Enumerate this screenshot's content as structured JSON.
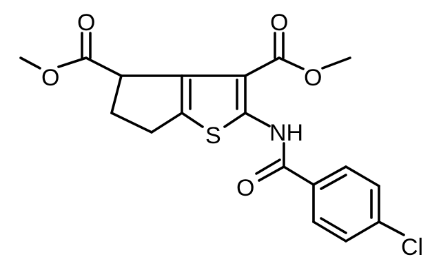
{
  "atom_labels": {
    "o1": "O",
    "o2": "O",
    "o3": "O",
    "o4": "O",
    "s": "S",
    "nh": "NH",
    "o5": "O",
    "cl": "Cl"
  },
  "colors": {
    "bond": "#000000",
    "text": "#000000",
    "background": "#ffffff"
  }
}
